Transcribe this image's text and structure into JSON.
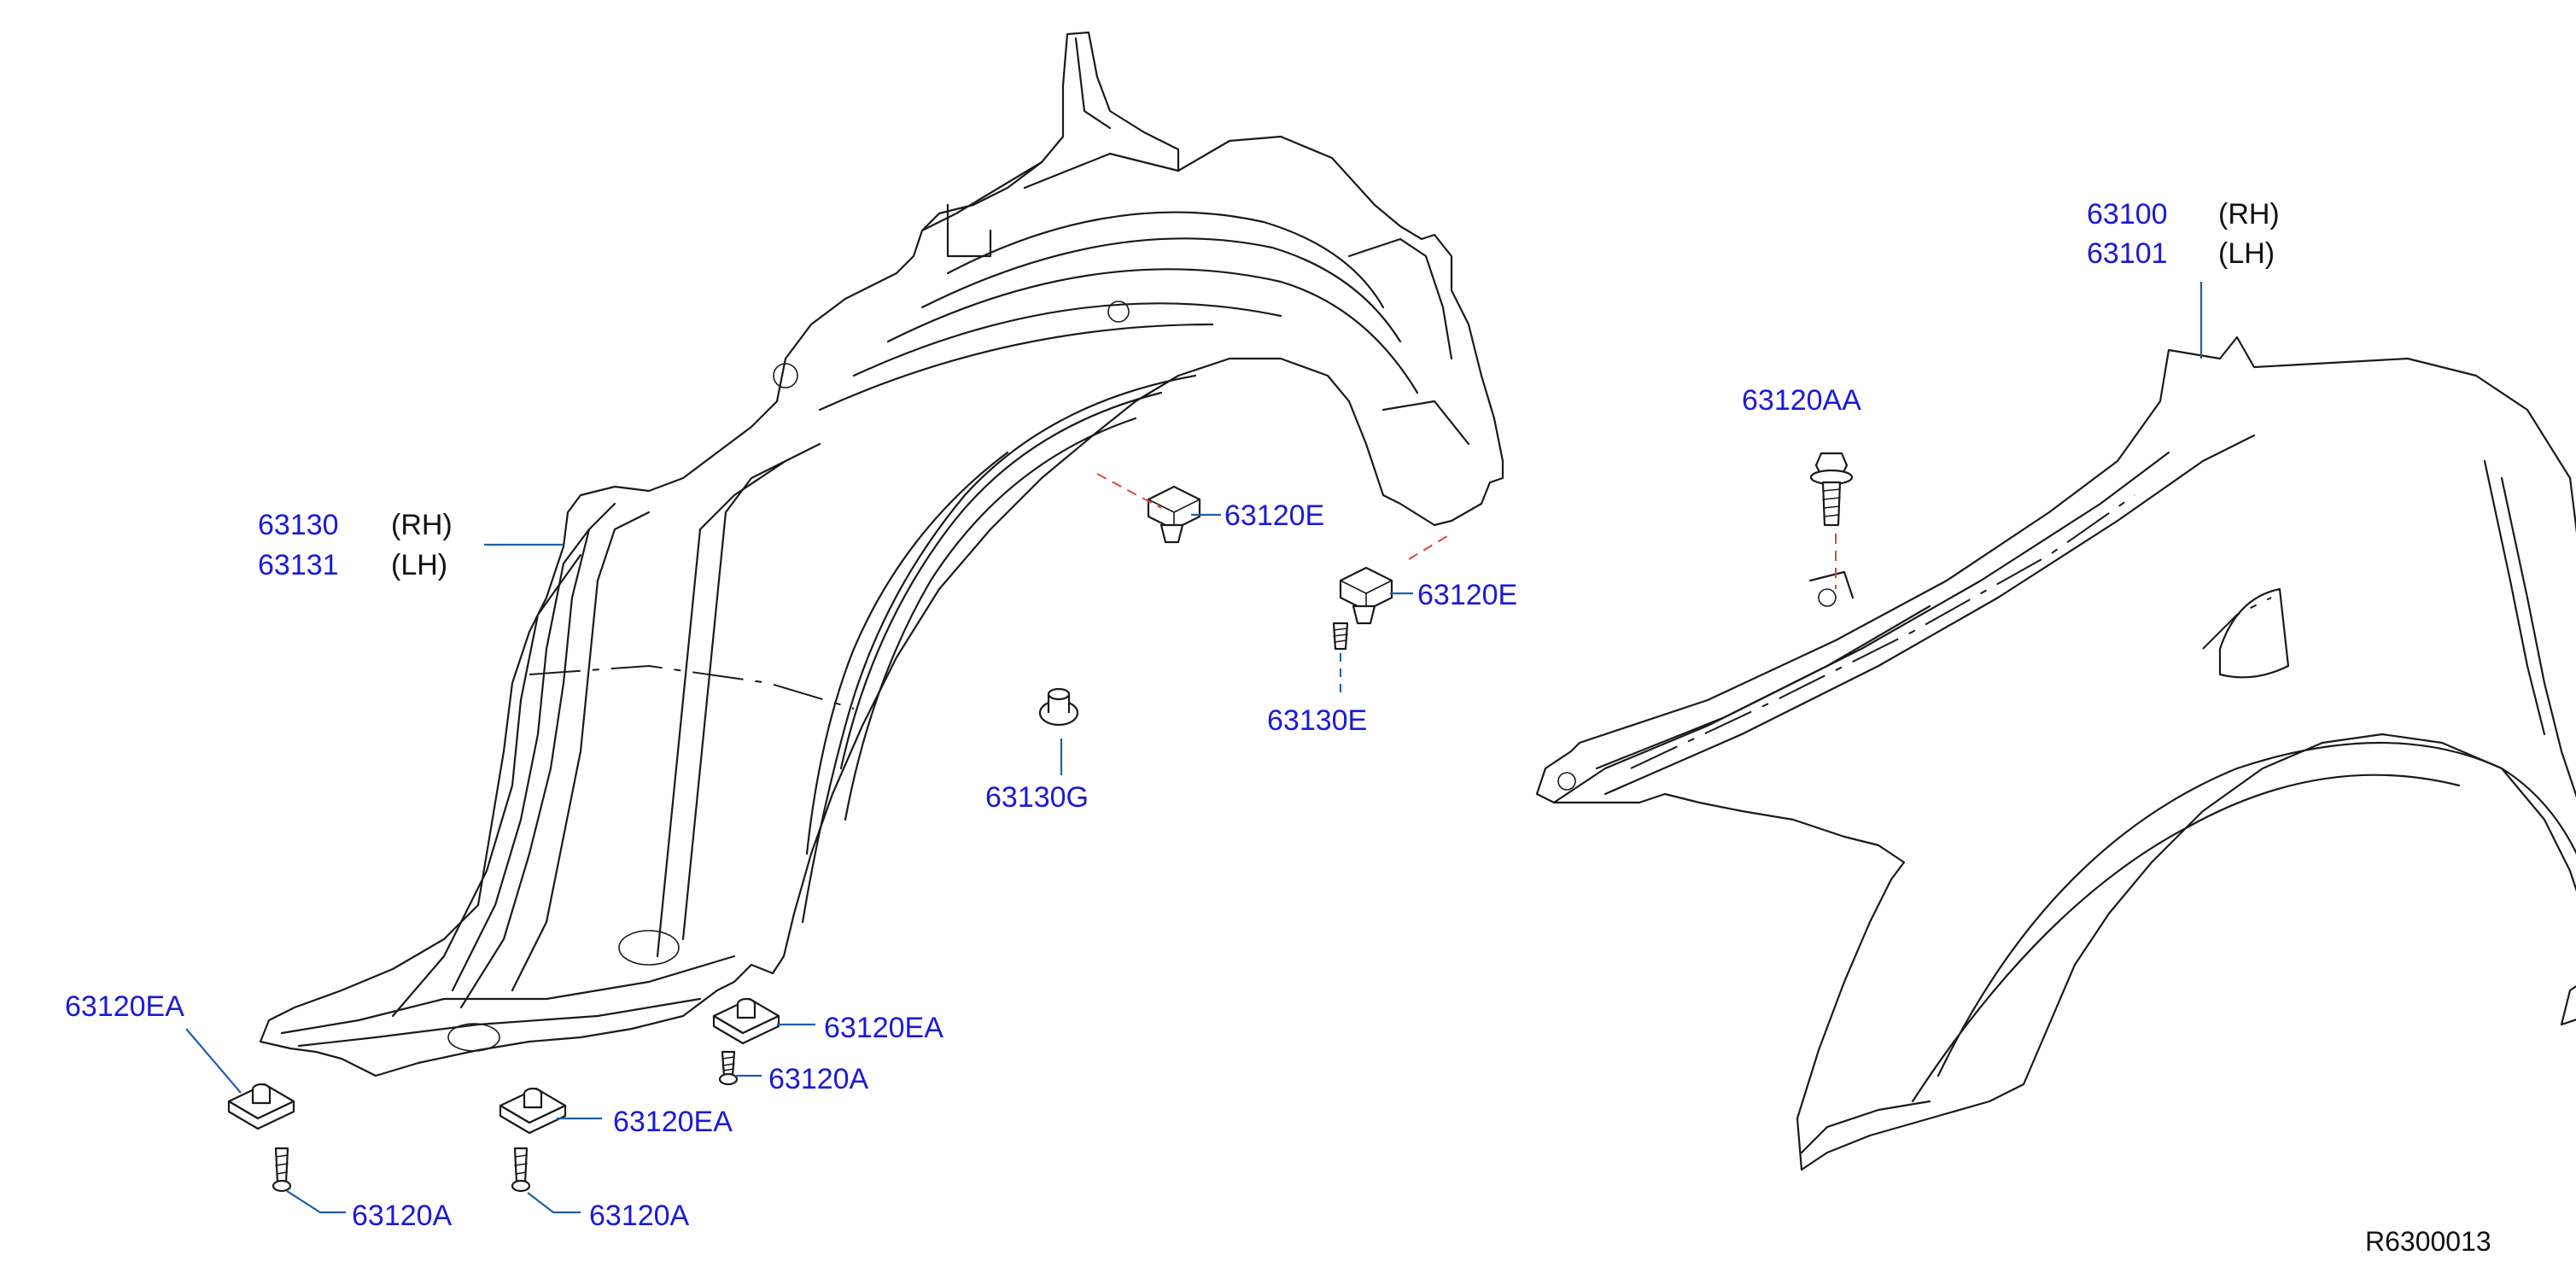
{
  "colors": {
    "part_number": "#1a1ad8",
    "leader_line": "#1f5fa8",
    "assembly_line": "#e0443c",
    "linework": "#1a1a1a",
    "background": "#ffffff"
  },
  "callouts": {
    "fender_protector_rh": {
      "part": "63130",
      "side": "(RH)"
    },
    "fender_protector_lh": {
      "part": "63131",
      "side": "(LH)"
    },
    "clip_upper": {
      "part": "63120E"
    },
    "clip_right": {
      "part": "63120E"
    },
    "screw_e": {
      "part": "63130E"
    },
    "grommet_g": {
      "part": "63130G"
    },
    "fender_rh": {
      "part": "63100",
      "side": "(RH)"
    },
    "fender_lh": {
      "part": "63101",
      "side": "(LH)"
    },
    "bolt_aa": {
      "part": "63120AA"
    },
    "nut_left": {
      "part": "63120EA"
    },
    "nut_right_upper": {
      "part": "63120EA"
    },
    "nut_middle": {
      "part": "63120EA"
    },
    "screw_right_upper": {
      "part": "63120A"
    },
    "screw_left": {
      "part": "63120A"
    },
    "screw_middle": {
      "part": "63120A"
    }
  },
  "reference_code": "R6300013",
  "icons": {
    "fender_protector": "wheel-arch-liner-drawing",
    "front_fender": "front-fender-panel-drawing",
    "clip": "push-clip-icon",
    "screw": "tapping-screw-icon",
    "bolt": "hex-flange-bolt-icon",
    "speed_nut": "u-nut-icon",
    "grommet": "grommet-icon"
  }
}
